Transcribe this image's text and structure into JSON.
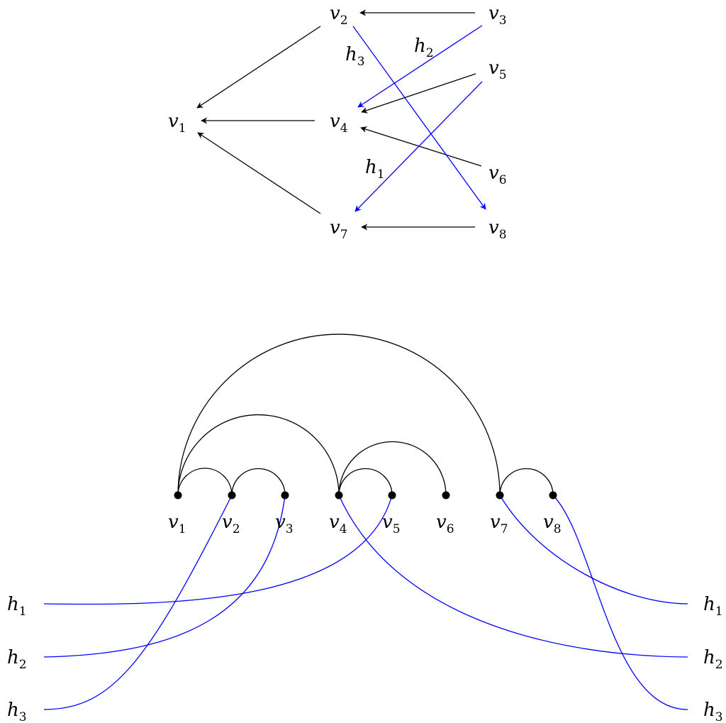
{
  "top_graph": {
    "nodes": [
      {
        "id": "v1",
        "base": "v",
        "sub": "1"
      },
      {
        "id": "v2",
        "base": "v",
        "sub": "2"
      },
      {
        "id": "v3",
        "base": "v",
        "sub": "3"
      },
      {
        "id": "v4",
        "base": "v",
        "sub": "4"
      },
      {
        "id": "v5",
        "base": "v",
        "sub": "5"
      },
      {
        "id": "v6",
        "base": "v",
        "sub": "6"
      },
      {
        "id": "v7",
        "base": "v",
        "sub": "7"
      },
      {
        "id": "v8",
        "base": "v",
        "sub": "8"
      }
    ],
    "edges": [
      {
        "from": "v3",
        "to": "v2",
        "color": "black"
      },
      {
        "from": "v2",
        "to": "v1",
        "color": "black"
      },
      {
        "from": "v4",
        "to": "v1",
        "color": "black"
      },
      {
        "from": "v7",
        "to": "v1",
        "color": "black"
      },
      {
        "from": "v5",
        "to": "v4",
        "color": "black"
      },
      {
        "from": "v6",
        "to": "v4",
        "color": "black"
      },
      {
        "from": "v8",
        "to": "v7",
        "color": "black"
      },
      {
        "from": "v3",
        "to": "v4",
        "color": "blue",
        "label": {
          "base": "h",
          "sub": "2"
        }
      },
      {
        "from": "v5",
        "to": "v7",
        "color": "blue",
        "label": {
          "base": "h",
          "sub": "1"
        }
      },
      {
        "from": "v2",
        "to": "v8",
        "color": "blue",
        "label": {
          "base": "h",
          "sub": "3"
        }
      }
    ]
  },
  "bottom_graph": {
    "vertices": [
      {
        "id": "v1",
        "base": "v",
        "sub": "1"
      },
      {
        "id": "v2",
        "base": "v",
        "sub": "2"
      },
      {
        "id": "v3",
        "base": "v",
        "sub": "3"
      },
      {
        "id": "v4",
        "base": "v",
        "sub": "4"
      },
      {
        "id": "v5",
        "base": "v",
        "sub": "5"
      },
      {
        "id": "v6",
        "base": "v",
        "sub": "6"
      },
      {
        "id": "v7",
        "base": "v",
        "sub": "7"
      },
      {
        "id": "v8",
        "base": "v",
        "sub": "8"
      }
    ],
    "arcs": [
      {
        "from": "v1",
        "to": "v2"
      },
      {
        "from": "v2",
        "to": "v3"
      },
      {
        "from": "v1",
        "to": "v4"
      },
      {
        "from": "v1",
        "to": "v7"
      },
      {
        "from": "v4",
        "to": "v5"
      },
      {
        "from": "v4",
        "to": "v6"
      },
      {
        "from": "v7",
        "to": "v8"
      }
    ],
    "half_edges_left": [
      {
        "id": "h1",
        "base": "h",
        "sub": "1",
        "to": "v5"
      },
      {
        "id": "h2",
        "base": "h",
        "sub": "2",
        "to": "v3"
      },
      {
        "id": "h3",
        "base": "h",
        "sub": "3",
        "to": "v2"
      }
    ],
    "half_edges_right": [
      {
        "id": "h1",
        "base": "h",
        "sub": "1",
        "to": "v7"
      },
      {
        "id": "h2",
        "base": "h",
        "sub": "2",
        "to": "v4"
      },
      {
        "id": "h3",
        "base": "h",
        "sub": "3",
        "to": "v8"
      }
    ]
  },
  "colors": {
    "black": "#000000",
    "blue": "#0000ff"
  }
}
